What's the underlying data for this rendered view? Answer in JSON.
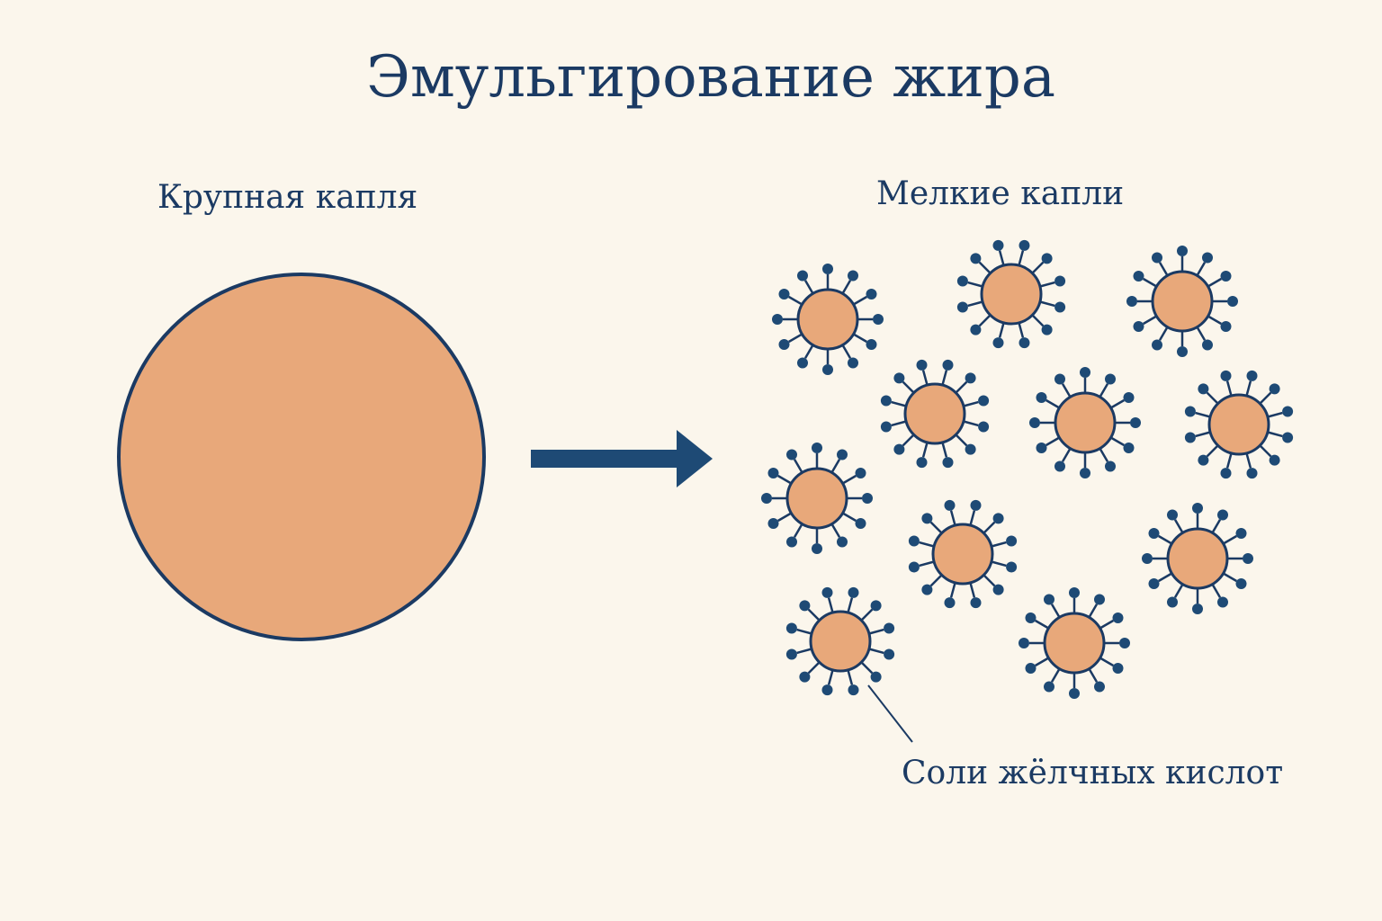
{
  "title": "Эмульгирование жира",
  "labels": {
    "large_drop": "Крупная капля",
    "small_drops": "Мелкие капли",
    "bile_salts": "Соли жёлчных кислот"
  },
  "colors": {
    "background": "#FBF6EC",
    "fat": "#E8A87A",
    "outline": "#1B3A63",
    "text": "#1B3A63",
    "arrow": "#1E4A75"
  },
  "small_drop_count": 11,
  "bile_salt_count_per_drop": 12
}
